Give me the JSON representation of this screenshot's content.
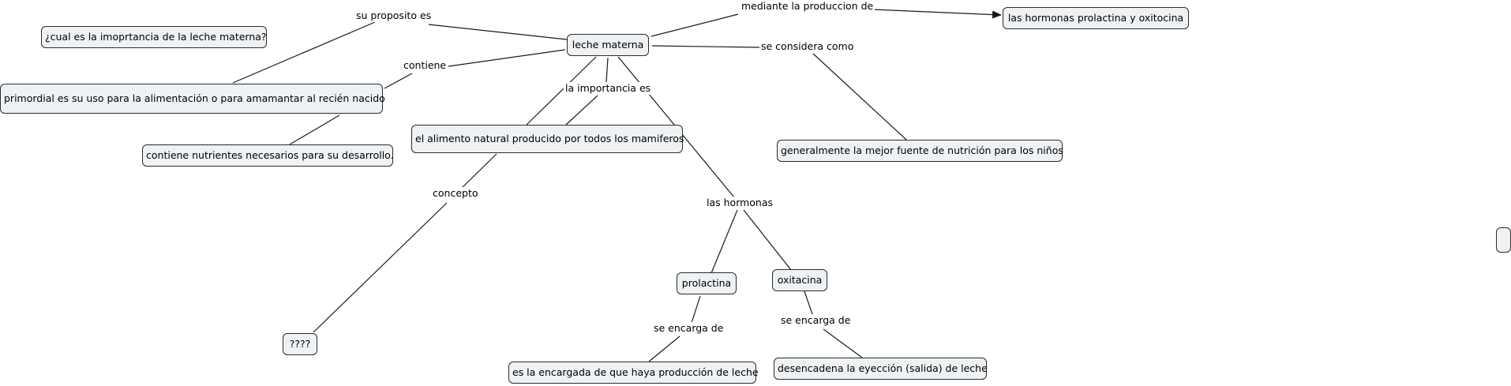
{
  "nodes": {
    "question": "¿cual es la imoprtancia de la leche materna?",
    "leche": "leche materna",
    "hormonas_po": "las hormonas prolactina y oxitocina",
    "primordial": "primordial es su uso para la alimentación o para amamantar al recién nacido",
    "nutrientes": "contiene nutrientes necesarios para su desarrollo.",
    "alimento": "el alimento natural producido por todos los mamiferos",
    "fuente": "generalmente la mejor fuente de nutrición para los niños",
    "prolactina": "prolactina",
    "oxitocina": "oxitacina",
    "unknown": "????",
    "produccion": "es la encargada de que haya producción de leche",
    "eyeccion": "desencadena la eyección (salida) de leche",
    "empty": ""
  },
  "links": {
    "proposito": "su proposito es",
    "mediante": "mediante la produccion de",
    "contiene": "contiene",
    "considera": "se considera como",
    "importancia": "la importancia es",
    "concepto": "concepto",
    "las_hormonas": "las hormonas",
    "encarga_1": "se encarga de",
    "encarga_2": "se encarga de"
  },
  "colors": {
    "node_fill": "#eef2f4",
    "node_border": "#2b2b2b",
    "line": "#1a1a1a"
  }
}
